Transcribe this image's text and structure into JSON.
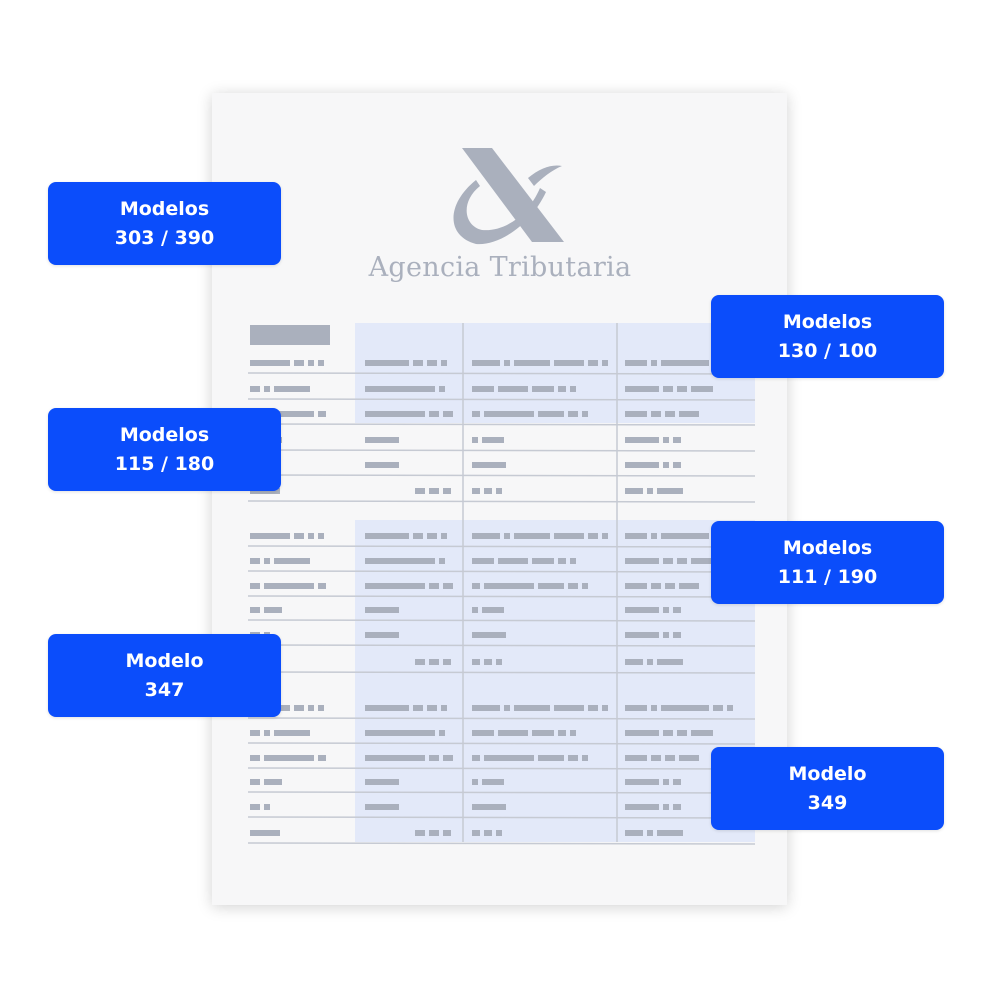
{
  "document": {
    "logo_icon": "agencia-tributaria-logo",
    "brand_name": "Agencia Tributaria"
  },
  "colors": {
    "tag_background": "#0b4dfb",
    "highlight": "#e3e9f9",
    "placeholder": "#aab0bd"
  },
  "tags": [
    {
      "line1": "Modelos",
      "line2": "303 / 390"
    },
    {
      "line1": "Modelos",
      "line2": "130 / 100"
    },
    {
      "line1": "Modelos",
      "line2": "115 / 180"
    },
    {
      "line1": "Modelos",
      "line2": "111 / 190"
    },
    {
      "line1": "Modelo",
      "line2": "347"
    },
    {
      "line1": "Modelo",
      "line2": "349"
    }
  ]
}
